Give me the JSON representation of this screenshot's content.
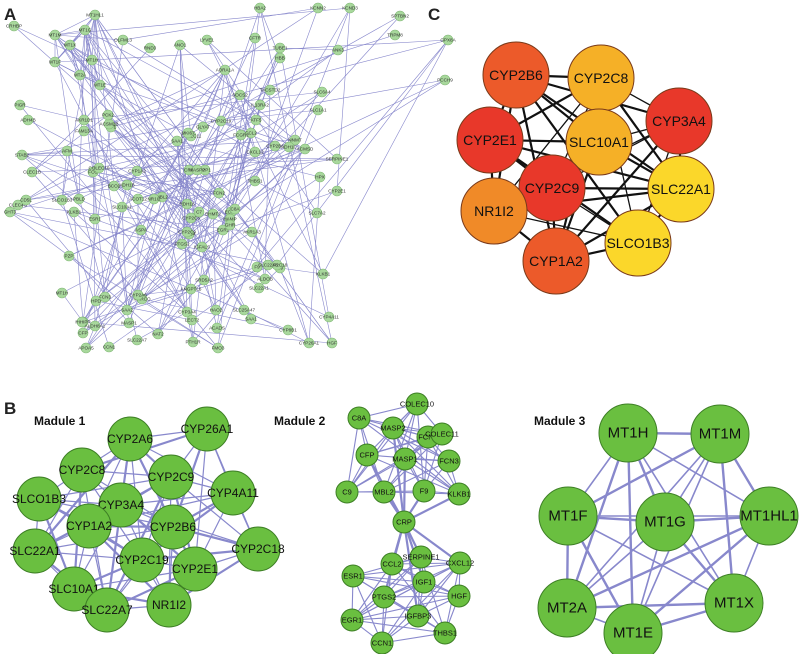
{
  "panels": {
    "A": {
      "letter": "A"
    },
    "B": {
      "letter": "B"
    },
    "C": {
      "letter": "C"
    }
  },
  "colors": {
    "module_node": "#6abf40",
    "module_edge": "#8888cc",
    "panel_a_node": "#a8d89c",
    "hub_red": "#e8382a",
    "hub_orange_red": "#ec5a2a",
    "hub_orange": "#f08a28",
    "hub_amber": "#f5b027",
    "hub_yellow": "#fbd72a"
  },
  "panel_a": {
    "labels": [
      "MT1HL1",
      "MT1G",
      "MT1X",
      "MT1M",
      "MT1F",
      "MT1H",
      "MT2A",
      "MT1E",
      "CRHBP",
      "PIGR",
      "ADH4B",
      "STAB2",
      "CLEC1B",
      "GHT3",
      "CLEC4G",
      "CD5L",
      "OLFML3",
      "RND3",
      "ANO1",
      "LYVE1",
      "HBA2",
      "KCNN2",
      "KCND3",
      "SPTBN2",
      "TRPM8",
      "ANK3",
      "GPX8A",
      "PCCH9",
      "CFTR",
      "TUBE1",
      "HBB",
      "ADRA1A",
      "SOCS2",
      "TACSTD2",
      "IL13RA2",
      "ATF5",
      "SLC6A4",
      "SLC1A1",
      "NNMT",
      "IGFALS",
      "FOS",
      "PRG4",
      "NPY1R",
      "ECM1",
      "MARCO",
      "CCL2",
      "SPP1",
      "CXCL12",
      "EGR1",
      "IGF1",
      "HGF",
      "ESR1",
      "SERPINE1",
      "PTGS2",
      "THBS1",
      "CCN1",
      "CRP",
      "FCN2",
      "FCN3",
      "MBL2",
      "CFP",
      "MASP1",
      "MASP2",
      "C8A",
      "C9",
      "COLEC10",
      "COLEC11",
      "KLKB1",
      "F9",
      "CYP2E1",
      "CYP2C9",
      "CYP3A4",
      "CYP2C8",
      "CYP1A2",
      "CYP2B6",
      "CYP2A6",
      "CYP26A1",
      "CYP4A11",
      "CYP2C18",
      "CYP2C19",
      "NR1I2",
      "SLC10A1",
      "SLC22A1",
      "SLC22A7",
      "SLCO1B3",
      "HAMP",
      "APOA5",
      "LECT2",
      "GHR",
      "HPD",
      "HPX",
      "AFM",
      "ALDOB",
      "SAA1",
      "SAA2",
      "ACSM2B",
      "AKR1D1",
      "HAO2",
      "ACMSD",
      "GLYAT",
      "ASPA",
      "PBLD",
      "ADH1B",
      "ADH1C",
      "PCK2",
      "FCGR2",
      "SAA1",
      "C7",
      "MT1H",
      "ANGPTL6",
      "NAT2",
      "SLC22A8",
      "ACOT12",
      "HHIP",
      "FAM13A",
      "BCO2",
      "PZP",
      "RDH16",
      "ACADS",
      "BHMT2",
      "ALDH8A1",
      "AKR1A3",
      "KLKB1",
      "PTH1R",
      "SLC7A2",
      "SRD5A2",
      "CYP8B1",
      "FMO3",
      "SLC25A47",
      "MKI67"
    ]
  },
  "panel_b": {
    "modules": [
      {
        "title": "Madule 1",
        "nodes": [
          "CYP2A6",
          "CYP26A1",
          "CYP2C8",
          "CYP2C9",
          "CYP4A11",
          "SLCO1B3",
          "CYP3A4",
          "CYP1A2",
          "CYP2B6",
          "SLC22A1",
          "CYP2C18",
          "CYP2C19",
          "CYP2E1",
          "SLC10A1",
          "NR1I2",
          "SLC22A7"
        ]
      },
      {
        "title": "Madule 2",
        "nodes": [
          "COLEC10",
          "C8A",
          "MASP2",
          "FCN2",
          "COLEC11",
          "CFP",
          "MASP1",
          "FCN3",
          "C9",
          "MBL2",
          "F9",
          "KLKB1",
          "CRP",
          "SERPINE1",
          "CCL2",
          "CXCL12",
          "ESR1",
          "IGF1",
          "HGF",
          "PTGS2",
          "EGR1",
          "IGFBP3",
          "THBS1",
          "CCN1"
        ]
      },
      {
        "title": "Madule 3",
        "nodes": [
          "MT1H",
          "MT1M",
          "MT1F",
          "MT1G",
          "MT1HL1",
          "MT2A",
          "MT1X",
          "MT1E"
        ]
      }
    ]
  },
  "panel_c": {
    "nodes": [
      {
        "name": "CYP2B6",
        "level": "orange-red"
      },
      {
        "name": "CYP2C8",
        "level": "amber"
      },
      {
        "name": "CYP3A4",
        "level": "red"
      },
      {
        "name": "CYP2E1",
        "level": "red"
      },
      {
        "name": "SLC10A1",
        "level": "amber"
      },
      {
        "name": "CYP2C9",
        "level": "red"
      },
      {
        "name": "SLC22A1",
        "level": "yellow"
      },
      {
        "name": "NR1I2",
        "level": "orange"
      },
      {
        "name": "SLCO1B3",
        "level": "yellow"
      },
      {
        "name": "CYP1A2",
        "level": "orange-red"
      }
    ]
  }
}
